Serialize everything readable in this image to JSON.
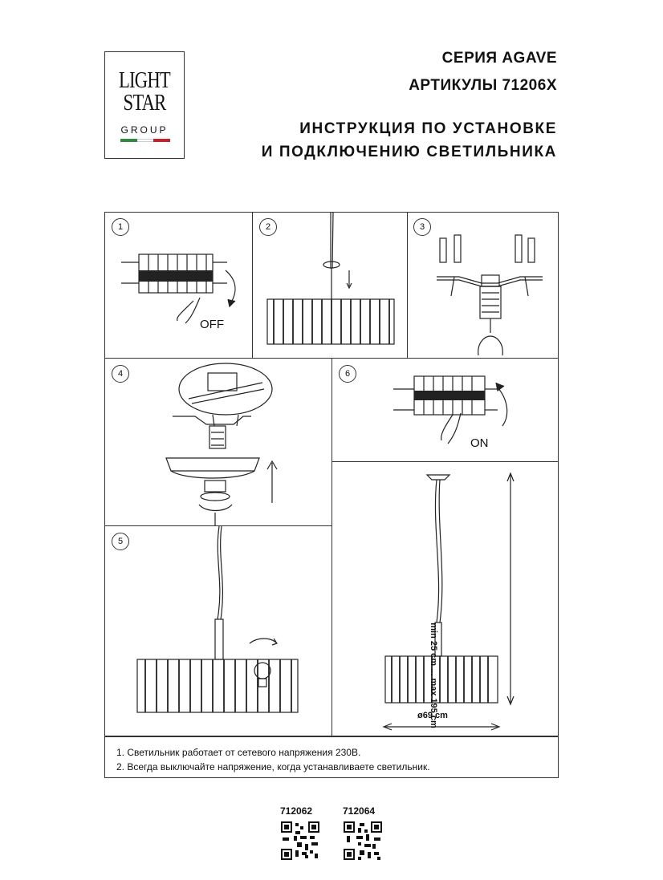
{
  "logo": {
    "line1": "LIGHT",
    "line2": "STAR",
    "line3": "GROUP",
    "flag_colors": [
      "#2e8b3d",
      "#ffffff",
      "#c8202a"
    ]
  },
  "header": {
    "series": "СЕРИЯ AGAVE",
    "articles": "АРТИКУЛЫ 71206X",
    "title_line1": "ИНСТРУКЦИЯ ПО УСТАНОВКЕ",
    "title_line2": "И ПОДКЛЮЧЕНИЮ СВЕТИЛЬНИКА"
  },
  "steps": {
    "s1": "1",
    "s2": "2",
    "s3": "3",
    "s4": "4",
    "s5": "5",
    "s6": "6",
    "off_label": "OFF",
    "on_label": "ON"
  },
  "dimensions": {
    "height": "min 25 cm ... max 195 cm",
    "diameter": "ø69 cm"
  },
  "notes": {
    "n1": "1. Светильник работает от сетевого напряжения 230В.",
    "n2": "2. Всегда выключайте напряжение, когда устанавливаете светильник."
  },
  "codes": {
    "c1": "712062",
    "c2": "712064"
  }
}
